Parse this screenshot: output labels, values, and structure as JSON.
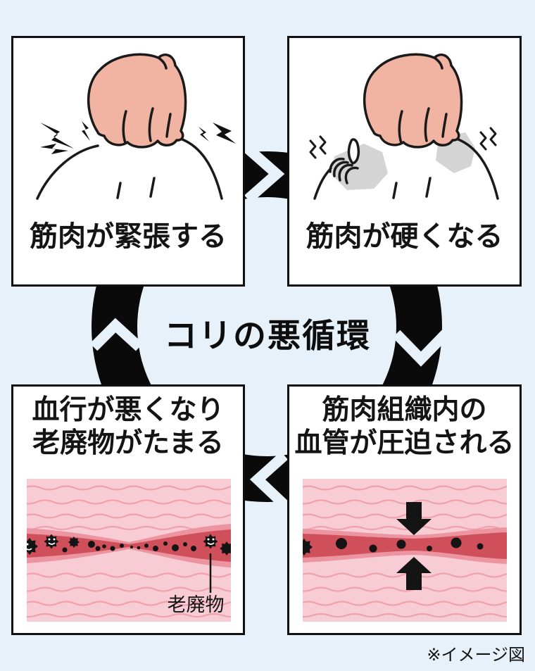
{
  "center": {
    "title": "コリの悪循環"
  },
  "panels": {
    "top_left": {
      "caption": "筋肉が緊張する"
    },
    "top_right": {
      "caption": "筋肉が硬くなる"
    },
    "bottom_right": {
      "caption_line1": "筋肉組織内の",
      "caption_line2": "血管が圧迫される"
    },
    "bottom_left": {
      "caption_line1": "血行が悪くなり",
      "caption_line2": "老廃物がたまる",
      "waste_label": "老廃物"
    }
  },
  "footnote": "※イメージ図",
  "colors": {
    "background": "#e7f1f9",
    "ink": "#0d0d0d",
    "hair_skin": "#f1b4a2",
    "stiff_patch": "#d4d4d4",
    "tissue": "#f8ccd4",
    "tissue_line": "#f1a0ad",
    "vessel_sheath": "#ec94a0",
    "vessel_blood": "#cf4f5b"
  },
  "icons": {
    "cycle_flow": [
      "chevron-right",
      "chevron-down",
      "chevron-left",
      "chevron-up"
    ],
    "pain": "lightning-bolt",
    "stiffness": "vibration-squiggle",
    "compression": "squeeze-arrows"
  }
}
